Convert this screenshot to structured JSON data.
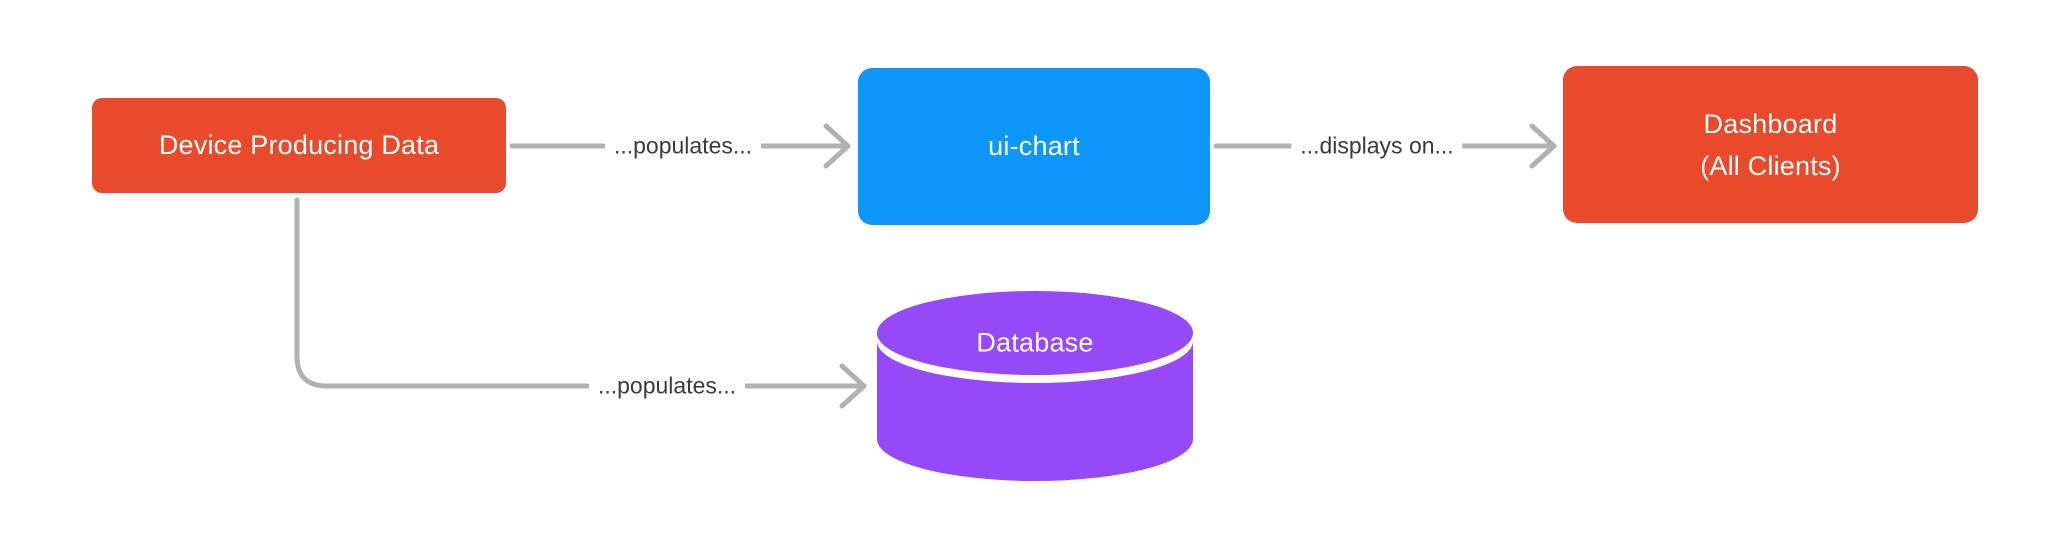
{
  "diagram": {
    "nodes": {
      "device": {
        "label": "Device Producing Data"
      },
      "ui_chart": {
        "label": "ui-chart"
      },
      "dashboard": {
        "label_line1": "Dashboard",
        "label_line2": "(All Clients)"
      },
      "database": {
        "label": "Database"
      }
    },
    "edges": {
      "device_to_uichart": {
        "label": "...populates..."
      },
      "uichart_to_dashboard": {
        "label": "...displays on..."
      },
      "device_to_database": {
        "label": "...populates..."
      }
    },
    "colors": {
      "node_device": "#E84A2B",
      "node_uichart": "#0E96FA",
      "node_dashboard": "#E84A2B",
      "node_database": "#9549F8",
      "node_text": "#FFFFFF",
      "connector": "#B1B1B1",
      "edge_label_text": "#3B3B3B",
      "background": "#FFFFFF"
    }
  }
}
